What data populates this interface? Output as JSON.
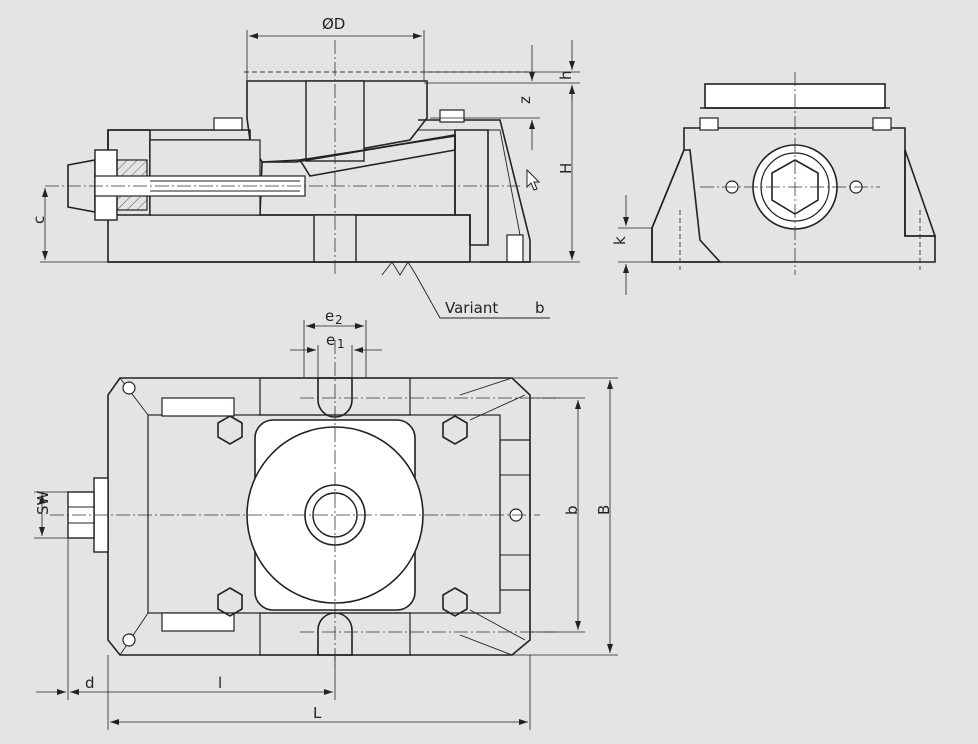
{
  "drawing": {
    "labels": {
      "phi_d": "ØD",
      "h": "h",
      "z": "z",
      "H": "H",
      "c": "c",
      "k": "k",
      "variant": "Variant",
      "variant_b": "b",
      "e2_main": "e",
      "e2_sub": "2",
      "e1_main": "e",
      "e1_sub": "1",
      "SW": "SW",
      "b": "b",
      "B": "B",
      "d": "d",
      "l": "l",
      "L": "L"
    }
  }
}
